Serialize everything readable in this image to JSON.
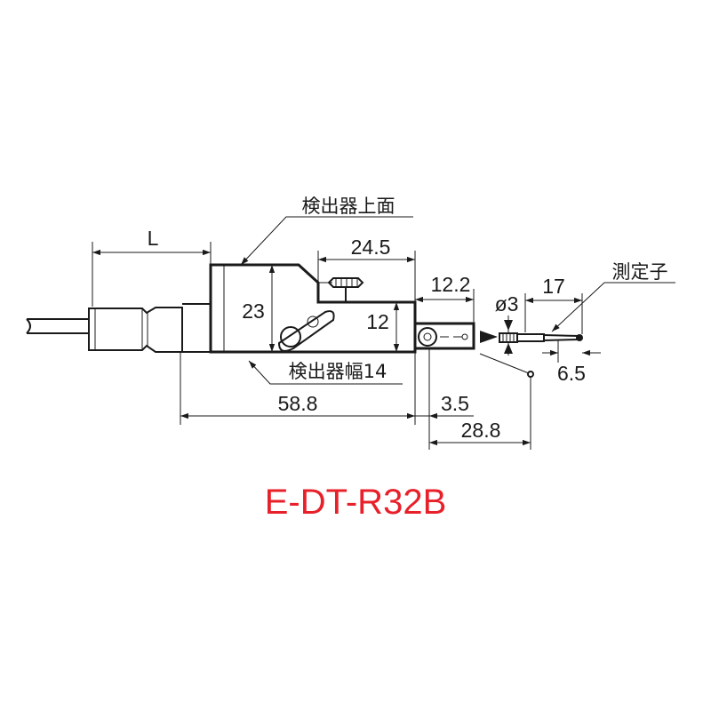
{
  "model_title": "E-DT-R32B",
  "colors": {
    "line": "#1a1a1a",
    "title": "#e8202a",
    "background": "#ffffff"
  },
  "labels": {
    "top_surface": "検出器上面",
    "detector_width": "検出器幅14",
    "probe": "測定子"
  },
  "dimensions": {
    "cable_length": "L",
    "top_length": "24.5",
    "height_total": "23",
    "height_step": "12",
    "tab_length": "12.2",
    "probe_diameter": "ø3",
    "probe_length": "17",
    "tip_offset": "6.5",
    "body_length": "58.8",
    "gap": "3.5",
    "probe_reach": "28.8"
  }
}
